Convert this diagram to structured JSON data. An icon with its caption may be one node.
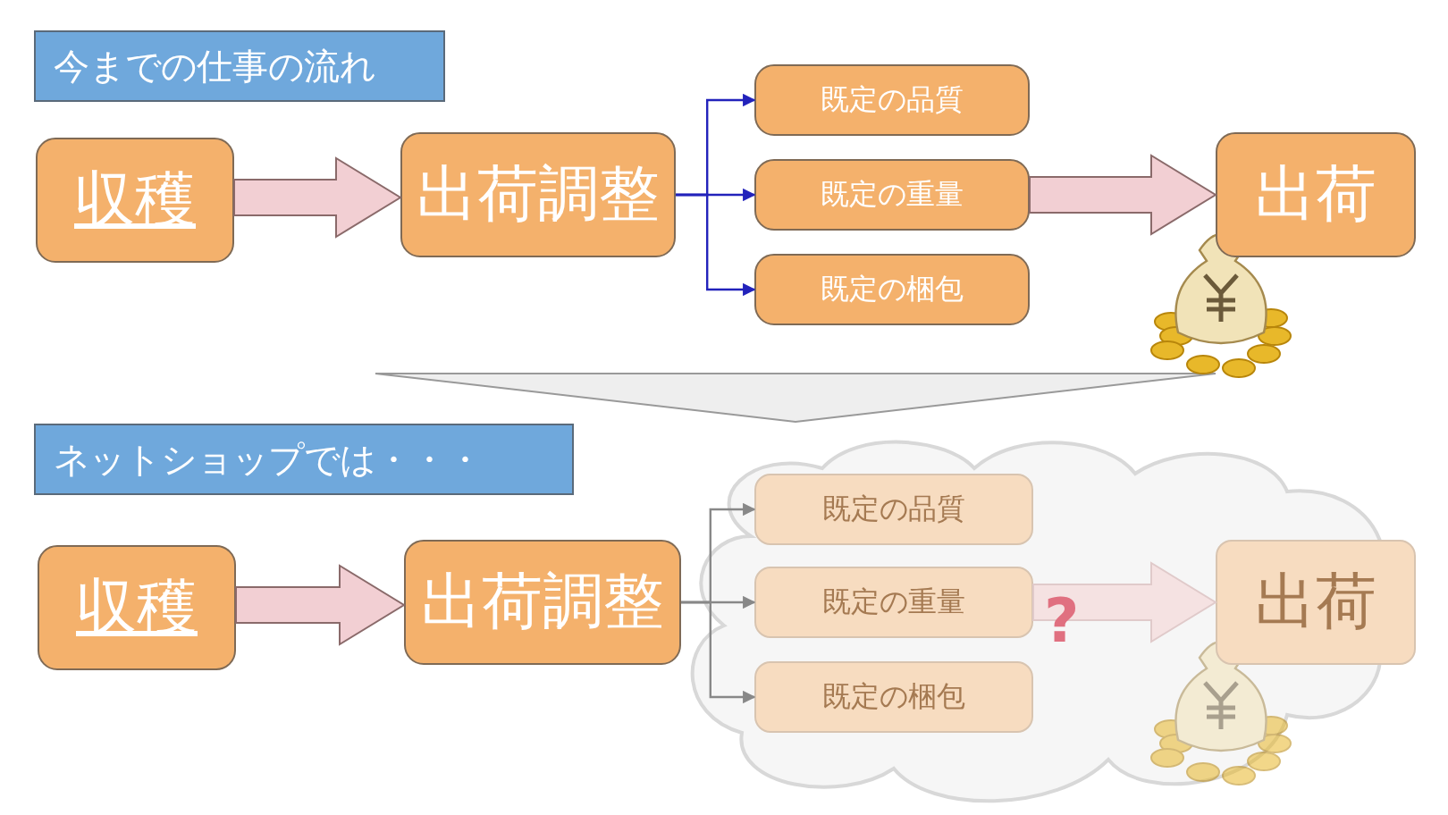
{
  "diagram": {
    "nodes": [
      {
        "text": [
          "今までの仕事の流れ"
        ]
      },
      {
        "text": [
          "収穫"
        ]
      },
      {
        "text": [
          "出荷調整"
        ]
      },
      {
        "text": [
          "既定の品質"
        ]
      },
      {
        "text": [
          "既定の重量"
        ]
      },
      {
        "text": [
          "既定の梱包"
        ]
      },
      {
        "text": [
          "出荷"
        ]
      },
      {
        "text": [
          "ネットショップでは・・・"
        ]
      },
      {
        "text": [
          "収穫"
        ]
      },
      {
        "text": [
          "出荷調整"
        ]
      },
      {
        "text": [
          "既定の品質"
        ]
      },
      {
        "text": [
          "既定の重量"
        ]
      },
      {
        "text": [
          "既定の梱包"
        ]
      },
      {
        "text": [
          "出荷"
        ]
      },
      {
        "text": [],
        "shape": "triangle"
      }
    ],
    "edges": [
      {
        "from": 1,
        "to": 2,
        "arrow": "to",
        "style": "thick"
      },
      {
        "from": 2,
        "to": 3,
        "arrow": "to",
        "color": "#2222bb"
      },
      {
        "from": 2,
        "to": 4,
        "arrow": "to",
        "color": "#2222bb"
      },
      {
        "from": 2,
        "to": 5,
        "arrow": "to",
        "color": "#2222bb"
      },
      {
        "from": 4,
        "to": 6,
        "arrow": "to",
        "style": "thick"
      },
      {
        "from": 8,
        "to": 9,
        "arrow": "to",
        "style": "thick"
      },
      {
        "from": 9,
        "to": 10,
        "arrow": "to",
        "color": "#888888"
      },
      {
        "from": 9,
        "to": 11,
        "arrow": "to",
        "color": "#888888"
      },
      {
        "from": 9,
        "to": 12,
        "arrow": "to",
        "color": "#888888"
      },
      {
        "from": 11,
        "to": 13,
        "arrow": "to",
        "style": "thick",
        "color": "#f5e2e2"
      }
    ],
    "labels": [
      "?"
    ]
  }
}
